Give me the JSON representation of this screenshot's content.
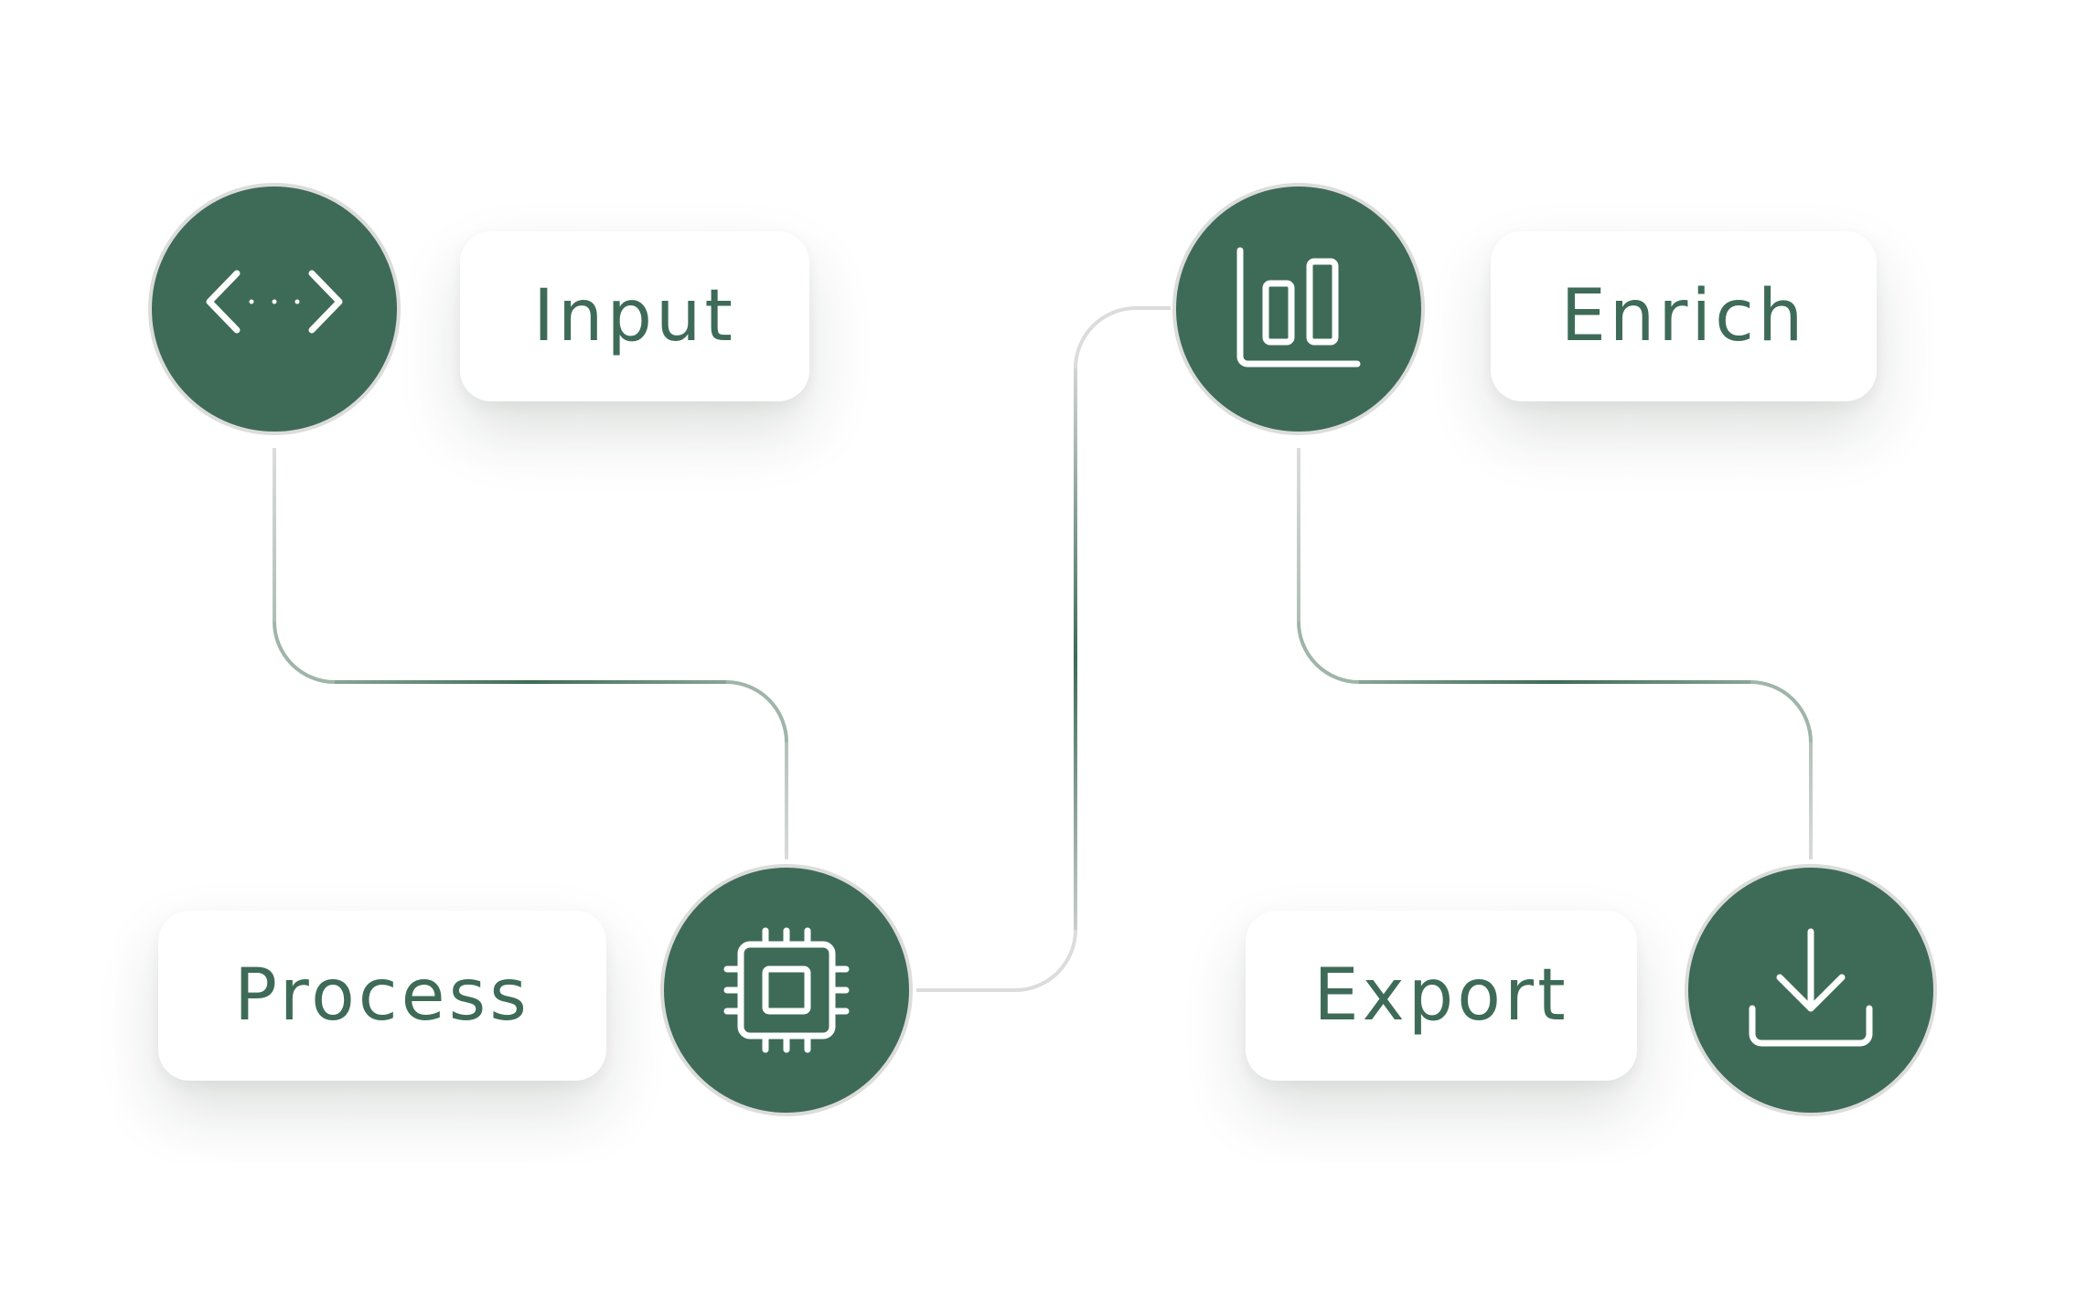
{
  "diagram": {
    "accent_color": "#3e6b58",
    "connector_color": "#dcdcdc",
    "steps": [
      {
        "id": "input",
        "label": "Input",
        "icon": "code-brackets-icon"
      },
      {
        "id": "process",
        "label": "Process",
        "icon": "cpu-chip-icon"
      },
      {
        "id": "enrich",
        "label": "Enrich",
        "icon": "bar-chart-icon"
      },
      {
        "id": "export",
        "label": "Export",
        "icon": "download-icon"
      }
    ],
    "edges": [
      [
        "input",
        "process"
      ],
      [
        "process",
        "enrich"
      ],
      [
        "enrich",
        "export"
      ]
    ]
  }
}
